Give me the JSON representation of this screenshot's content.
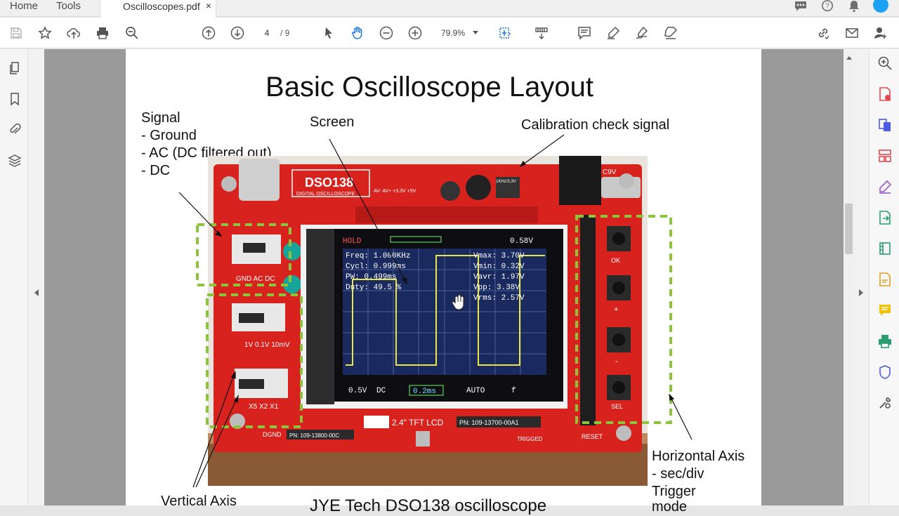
{
  "tabs": {
    "home": "Home",
    "tools": "Tools",
    "document": "Oscilloscopes.pdf",
    "close_glyph": "×"
  },
  "topbar_icons": [
    "chat-icon",
    "help-icon",
    "bell-icon",
    "account-avatar"
  ],
  "toolbar": {
    "page_current": "4",
    "page_total": "/ 9",
    "zoom": "79.9%",
    "icons": [
      "save-icon",
      "star-icon",
      "cloud-upload-icon",
      "print-icon",
      "search-zoom-icon",
      "prev-page-icon",
      "next-page-icon",
      "select-cursor-icon",
      "hand-pan-icon",
      "zoom-out-icon",
      "zoom-in-icon",
      "fit-page-icon",
      "scroll-mode-icon",
      "comment-icon",
      "highlight-pen-icon",
      "sign-icon",
      "fill-sign-icon",
      "share-link-icon",
      "email-icon",
      "add-user-icon"
    ]
  },
  "left_rail": [
    "pages-icon",
    "bookmark-icon",
    "attachment-icon",
    "layers-icon"
  ],
  "right_rail": [
    "zoom-search-icon",
    "export-pdf-icon",
    "create-pdf-icon",
    "organize-pages-icon",
    "edit-pdf-icon",
    "convert-pdf-icon",
    "compress-icon",
    "fill-sign-icon",
    "comment-icon",
    "print-production-icon",
    "protect-icon",
    "more-tools-icon"
  ],
  "slide": {
    "title": "Basic Oscilloscope Layout",
    "signal": "Signal",
    "signal_items": [
      "-   Ground",
      "-   AC (DC filtered out)",
      "-   DC"
    ],
    "screen": "Screen",
    "calibration": "Calibration check signal",
    "horizontal": "Horizontal Axis",
    "horizontal_items": [
      "-   sec/div",
      "Trigger"
    ],
    "trigger_cut": "mode",
    "vertical": "Vertical Axis",
    "bottom_cut": "JYE Tech DSO138 oscilloscope"
  },
  "scope": {
    "brand": "DSO138",
    "brand_sub": "DIGITAL OSCILLOSCOPE",
    "lcd_label": "2.4\" TFT LCD",
    "pn_main": "PN: 109-13700-00A1",
    "pn_left": "PN: 109-13800-00C",
    "hold": "HOLD",
    "vtrig": "0.58V",
    "freq": "Freq: 1.000KHz",
    "cycl": "Cycl: 0.999ms",
    "pw": "PW:   0.499ms",
    "duty": "Duty: 49.5 %",
    "vmax": "Vmax: 3.70V",
    "vmin": "Vmin: 0.32V",
    "vavr": "Vavr: 1.97V",
    "vpp": "Vpp:  3.38V",
    "vrms": "Vrms: 2.57V",
    "v_div": "0.5V",
    "coupling": "DC",
    "timebase": "0.2ms",
    "trig_mode": "AUTO",
    "trig_edge": "f",
    "sw_cpl": "GND AC DC",
    "sw_sen": "1V 0.1V 10mV",
    "sw_mul": "X5 X2 X1",
    "btn_ok": "OK",
    "btn_plus": "+",
    "btn_minus": "-",
    "btn_sel": "SEL",
    "triggered": "TRIGGED",
    "reset": "RESET",
    "dgnd": "DGND",
    "cal": "1KHz/3.3V",
    "c9v": "C9V",
    "av_labels": "AV-  AV+  +3.3V +5V"
  },
  "colors": {
    "board": "#d8221e",
    "screen_bg": "#1a2a5e",
    "trace": "#e6e64a",
    "dashed_box": "#8cc43c",
    "accent_blue": "#1473e6"
  }
}
